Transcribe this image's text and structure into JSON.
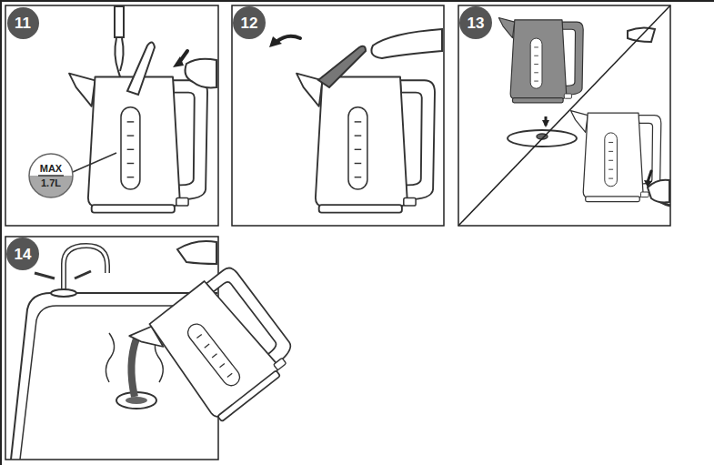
{
  "diagram": {
    "nodes": [
      {
        "text": [
          "11"
        ]
      },
      {
        "text": [
          "MAX",
          "1.7L"
        ]
      },
      {
        "text": [
          "12"
        ]
      },
      {
        "text": [
          "13"
        ]
      },
      {
        "text": [
          "14"
        ]
      }
    ]
  }
}
